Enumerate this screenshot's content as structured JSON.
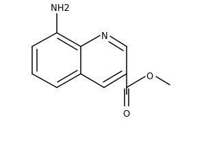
{
  "structure": {
    "atoms": {
      "amine": "NH2",
      "ring_nitrogen": "N",
      "carbonyl_oxygen": "O",
      "ester_oxygen": "O"
    }
  }
}
